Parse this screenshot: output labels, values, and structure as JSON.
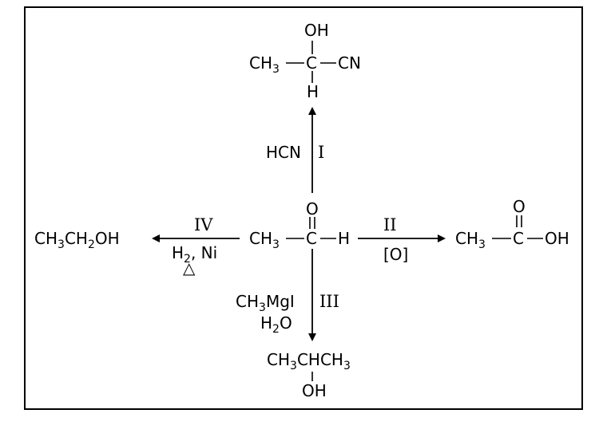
{
  "center": {
    "prefix": "CH",
    "sub": "3",
    "carbon": "C",
    "h": "H",
    "oxygen": "O"
  },
  "top_product": {
    "oh": "OH",
    "prefix": "CH",
    "sub": "3",
    "carbon": "C",
    "cn": "CN",
    "h": "H"
  },
  "right_product": {
    "oxygen": "O",
    "prefix": "CH",
    "sub": "3",
    "carbon": "C",
    "oh": "OH"
  },
  "left_product": {
    "p1": "CH",
    "s1": "3",
    "p2": "CH",
    "s2": "2",
    "p3": "OH"
  },
  "bottom_product": {
    "p1": "CH",
    "s1": "3",
    "p2": "CHCH",
    "s2": "3",
    "oh": "OH"
  },
  "reactions": {
    "I": {
      "numeral": "I",
      "reagent": "HCN"
    },
    "II": {
      "numeral": "II",
      "reagent": "[O]"
    },
    "III": {
      "numeral": "III",
      "reagent1_prefix": "CH",
      "reagent1_sub": "3",
      "reagent1_suffix": "MgI",
      "reagent2_prefix": "H",
      "reagent2_sub": "2",
      "reagent2_suffix": "O"
    },
    "IV": {
      "numeral": "IV",
      "reagent_prefix": "H",
      "reagent_sub": "2",
      "reagent_suffix": ", Ni",
      "heat_symbol": "△"
    }
  }
}
